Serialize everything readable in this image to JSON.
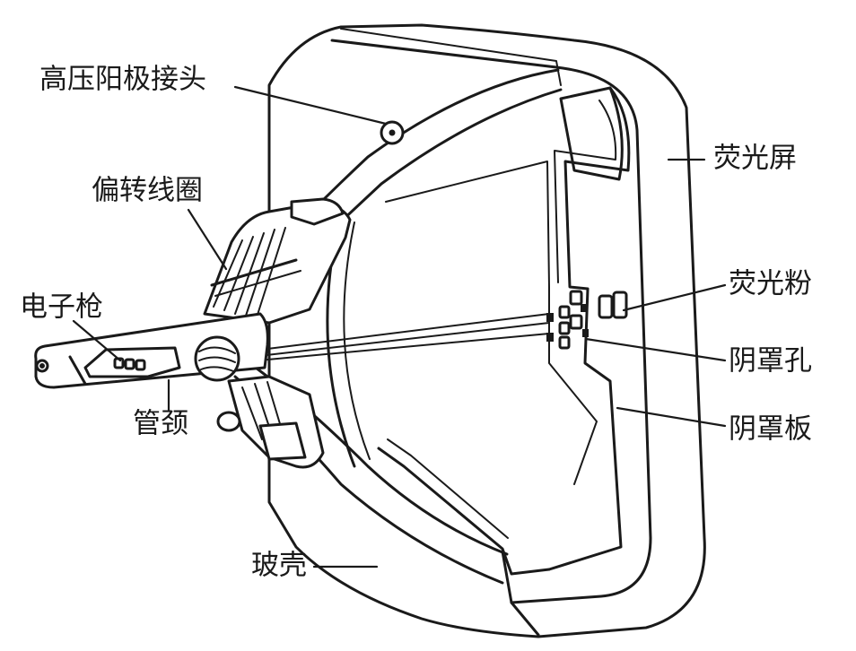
{
  "labels": {
    "anode_connector": "高压阳极接头",
    "deflection_coil": "偏转线圈",
    "electron_gun": "电子枪",
    "neck": "管颈",
    "glass_shell": "玻壳",
    "screen": "荧光屏",
    "phosphor": "荧光粉",
    "mask_hole": "阴罩孔",
    "shadow_mask": "阴罩板"
  }
}
